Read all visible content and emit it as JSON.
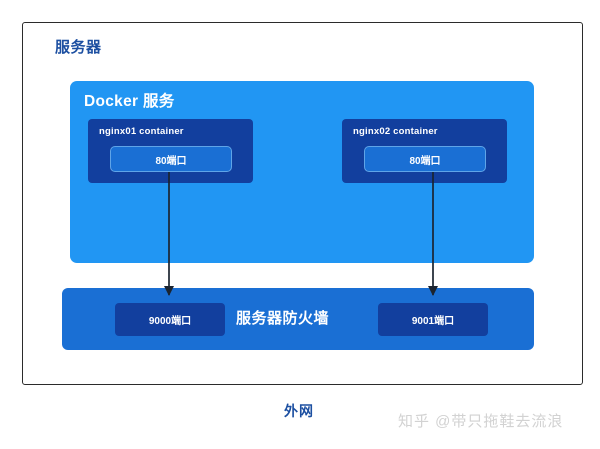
{
  "diagram": {
    "server": {
      "title": "服务器"
    },
    "docker": {
      "title": "Docker 服务",
      "containers": [
        {
          "label": "nginx01 container",
          "port": "80端口"
        },
        {
          "label": "nginx02 container",
          "port": "80端口"
        }
      ]
    },
    "firewall": {
      "title": "服务器防火墙",
      "ports": [
        {
          "label": "9000端口"
        },
        {
          "label": "9001端口"
        }
      ]
    },
    "external_network": {
      "label": "外网"
    },
    "watermark": {
      "text": "知乎 @带只拖鞋去流浪"
    },
    "colors": {
      "docker_panel": "#2196f3",
      "container_box": "#123f9e",
      "port_inner": "#1a6fd4",
      "firewall_band": "#1a6fd4",
      "firewall_port": "#123f9e",
      "heading_blue": "#1c4fa1",
      "arrow": "#1b2430",
      "outline": "#2b2b2b",
      "watermark": "#d2d2d2"
    }
  }
}
